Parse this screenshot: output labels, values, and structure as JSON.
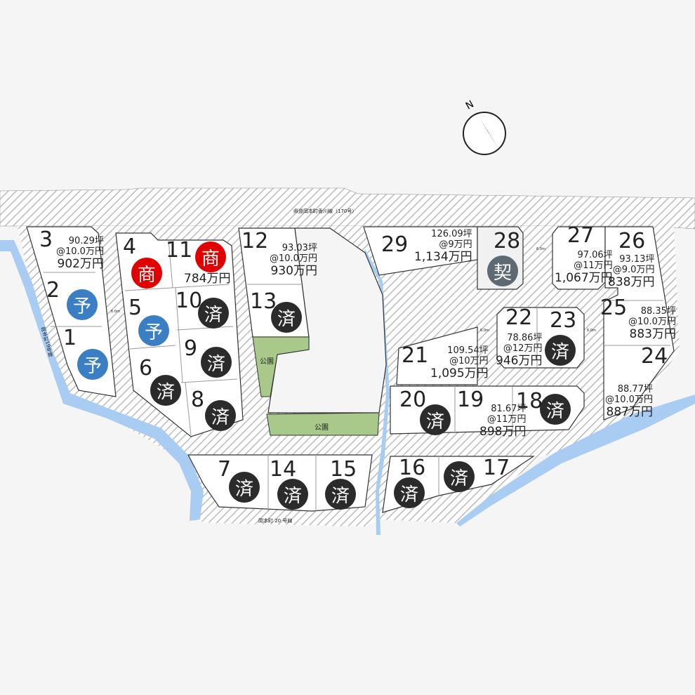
{
  "compass": {
    "label": "N",
    "icon": "north-arrow-icon"
  },
  "roads": {
    "top": "県道岡本町香川線（170号）",
    "left": "岡本町19号線",
    "bottom": "岡本町 20 号線"
  },
  "parks": [
    "公園",
    "公園"
  ],
  "road_width": "6.0m",
  "colors": {
    "sold": "#2b2b2b",
    "business": "#e00000",
    "reserved": "#3a7fc4",
    "contract": "#5e6a73",
    "river": "#a9cdf2",
    "park": "#a8c98a"
  },
  "status_labels": {
    "sold": "済",
    "business": "商",
    "reserved": "予",
    "contract": "契"
  },
  "lots": [
    {
      "no": "3",
      "area": "90.29坪",
      "unit": "@10.0万円",
      "total": "902万円",
      "status": ""
    },
    {
      "no": "2",
      "area": "",
      "unit": "",
      "total": "",
      "status": "reserved"
    },
    {
      "no": "1",
      "area": "",
      "unit": "",
      "total": "",
      "status": "reserved"
    },
    {
      "no": "4",
      "area": "",
      "unit": "",
      "total": "",
      "status": "business"
    },
    {
      "no": "11",
      "area": "",
      "unit": "",
      "total": "784万円",
      "status": "business"
    },
    {
      "no": "5",
      "area": "",
      "unit": "",
      "total": "",
      "status": "reserved"
    },
    {
      "no": "10",
      "area": "",
      "unit": "",
      "total": "",
      "status": "sold"
    },
    {
      "no": "9",
      "area": "",
      "unit": "",
      "total": "",
      "status": "sold"
    },
    {
      "no": "6",
      "area": "",
      "unit": "",
      "total": "",
      "status": "sold"
    },
    {
      "no": "8",
      "area": "",
      "unit": "",
      "total": "",
      "status": "sold"
    },
    {
      "no": "12",
      "area": "93.03坪",
      "unit": "@10.0万円",
      "total": "930万円",
      "status": ""
    },
    {
      "no": "13",
      "area": "",
      "unit": "",
      "total": "",
      "status": "sold"
    },
    {
      "no": "29",
      "area": "126.09坪",
      "unit": "@9万円",
      "total": "1,134万円",
      "status": ""
    },
    {
      "no": "28",
      "area": "",
      "unit": "",
      "total": "",
      "status": "contract"
    },
    {
      "no": "27",
      "area": "97.06坪",
      "unit": "@11万円",
      "total": "1,067万円",
      "status": ""
    },
    {
      "no": "26",
      "area": "93.13坪",
      "unit": "@9.0万円",
      "total": "838万円",
      "status": ""
    },
    {
      "no": "25",
      "area": "88.35坪",
      "unit": "@10.0万円",
      "total": "883万円",
      "status": ""
    },
    {
      "no": "24",
      "area": "88.77坪",
      "unit": "@10.0万円",
      "total": "887万円",
      "status": ""
    },
    {
      "no": "22",
      "area": "78.86坪",
      "unit": "@12万円",
      "total": "946万円",
      "status": ""
    },
    {
      "no": "23",
      "area": "",
      "unit": "",
      "total": "",
      "status": "sold"
    },
    {
      "no": "21",
      "area": "109.54坪",
      "unit": "@10万円",
      "total": "1,095万円",
      "status": ""
    },
    {
      "no": "20",
      "area": "",
      "unit": "",
      "total": "",
      "status": "sold"
    },
    {
      "no": "19",
      "area": "81.67坪",
      "unit": "@11万円",
      "total": "898万円",
      "status": ""
    },
    {
      "no": "18",
      "area": "",
      "unit": "",
      "total": "",
      "status": "sold"
    },
    {
      "no": "7",
      "area": "",
      "unit": "",
      "total": "",
      "status": "sold"
    },
    {
      "no": "14",
      "area": "",
      "unit": "",
      "total": "",
      "status": "sold"
    },
    {
      "no": "15",
      "area": "",
      "unit": "",
      "total": "",
      "status": "sold"
    },
    {
      "no": "16",
      "area": "",
      "unit": "",
      "total": "",
      "status": "sold"
    },
    {
      "no": "17",
      "area": "",
      "unit": "",
      "total": "",
      "status": "sold"
    }
  ]
}
